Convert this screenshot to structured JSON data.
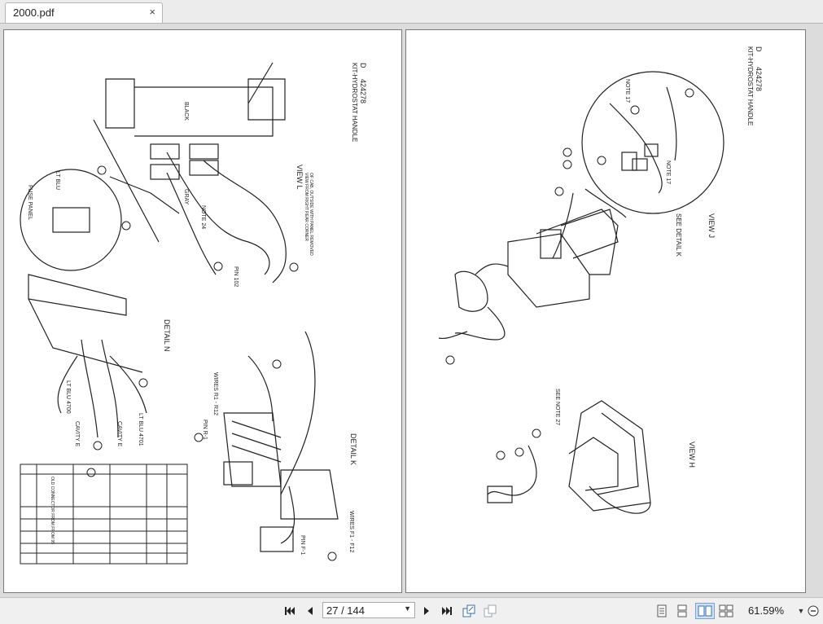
{
  "tab": {
    "title": "2000.pdf",
    "close_glyph": "×"
  },
  "toolbar": {
    "page_indicator": "27 / 144",
    "zoom": "61.59%"
  },
  "left_page": {
    "part_no": "424278",
    "part_rev": "D",
    "kit_title": "KIT-HYDROSTAT HANDLE",
    "view_l": "VIEW L",
    "view_l_caption1": "VIEW FROM RIGHT REAR CORNER",
    "view_l_caption2": "OF CAB, OUTSIDE WITH PANEL REMOVED",
    "black": "BLACK",
    "gray": "GRAY",
    "note": "NOTE 24",
    "pin_label": "PIN 102",
    "detail_n": "DETAIL N",
    "detail_k": "DETAIL K",
    "fuse_panel": "FUSE PANEL",
    "lt_blu": "LT BLU",
    "lt_blu_4700": "LT BLU 4700",
    "lt_blu_4701": "LT BLU 4701",
    "cavity_e": "CAVITY E",
    "wires_r1_r12": "WIRES R1 - R12",
    "wires_f1_f12": "WIRES F1 - F12",
    "pin_r1": "PIN R-1",
    "pin_f1": "PIN F-1",
    "table_title": "OLD CONNECTOR FROM FROM 95"
  },
  "right_page": {
    "part_no": "424278",
    "part_rev": "D",
    "kit_title": "KIT-HYDROSTAT HANDLE",
    "see_detail_k": "SEE DETAIL K",
    "view_j": "VIEW J",
    "view_h": "VIEW H",
    "note17": "NOTE 17",
    "see_note": "SEE NOTE 27"
  }
}
